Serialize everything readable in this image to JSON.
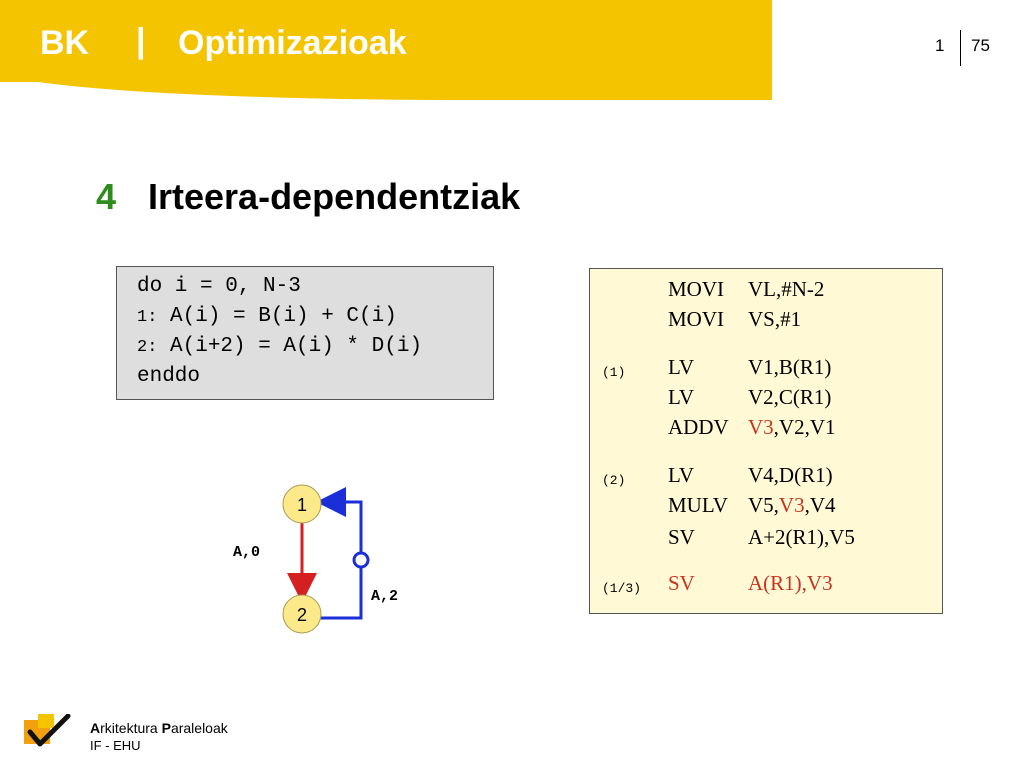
{
  "header": {
    "brand": "BK",
    "separator": "|",
    "title": "Optimizazioak",
    "chapter": "1",
    "page": "75"
  },
  "section": {
    "number": "4",
    "title": "Irteera-dependentziak"
  },
  "loop_code": {
    "line1": "do i = 0, N-3",
    "line2_num": "1:",
    "line2_stmt": " A(i) = B(i) + C(i)",
    "line3_num": "2:",
    "line3_stmt": " A(i+2) = A(i) * D(i)",
    "line4": "enddo"
  },
  "assembly": [
    {
      "label": "",
      "op": "MOVI",
      "args": [
        "VL,#N-2"
      ]
    },
    {
      "label": "",
      "op": "MOVI",
      "args": [
        "VS,#1"
      ]
    },
    {
      "label": "(1)",
      "op": "LV",
      "args": [
        "V1,B(R1)"
      ]
    },
    {
      "label": "",
      "op": "LV",
      "args": [
        "V2,C(R1)"
      ]
    },
    {
      "label": "",
      "op": "ADDV",
      "args": [
        "V3",
        ",V2,V1"
      ]
    },
    {
      "label": "(2)",
      "op": "LV",
      "args": [
        "V4,D(R1)"
      ]
    },
    {
      "label": "",
      "op": "MULV",
      "args": [
        "V5,",
        "V3",
        ",V4"
      ]
    },
    {
      "label": "",
      "op": "SV",
      "args": [
        "A+2(R1),V5"
      ]
    },
    {
      "label": "(1/3)",
      "op": "SV",
      "args": [
        "A(R1),V3"
      ]
    }
  ],
  "graph": {
    "node1": "1",
    "node2": "2",
    "edge_down": "A,0",
    "edge_back": "A,2"
  },
  "colors": {
    "header_yellow": "#f5c400",
    "section_green": "#2e8b1e",
    "highlight_red": "#c8321e",
    "edge_red": "#d42020",
    "edge_blue": "#1a2fd8",
    "node_fill": "#fce98a"
  },
  "footer": {
    "line1_a": "A",
    "line1_b": "rkitektura ",
    "line1_c": "P",
    "line1_d": "araleloak",
    "line2": "IF - EHU"
  }
}
